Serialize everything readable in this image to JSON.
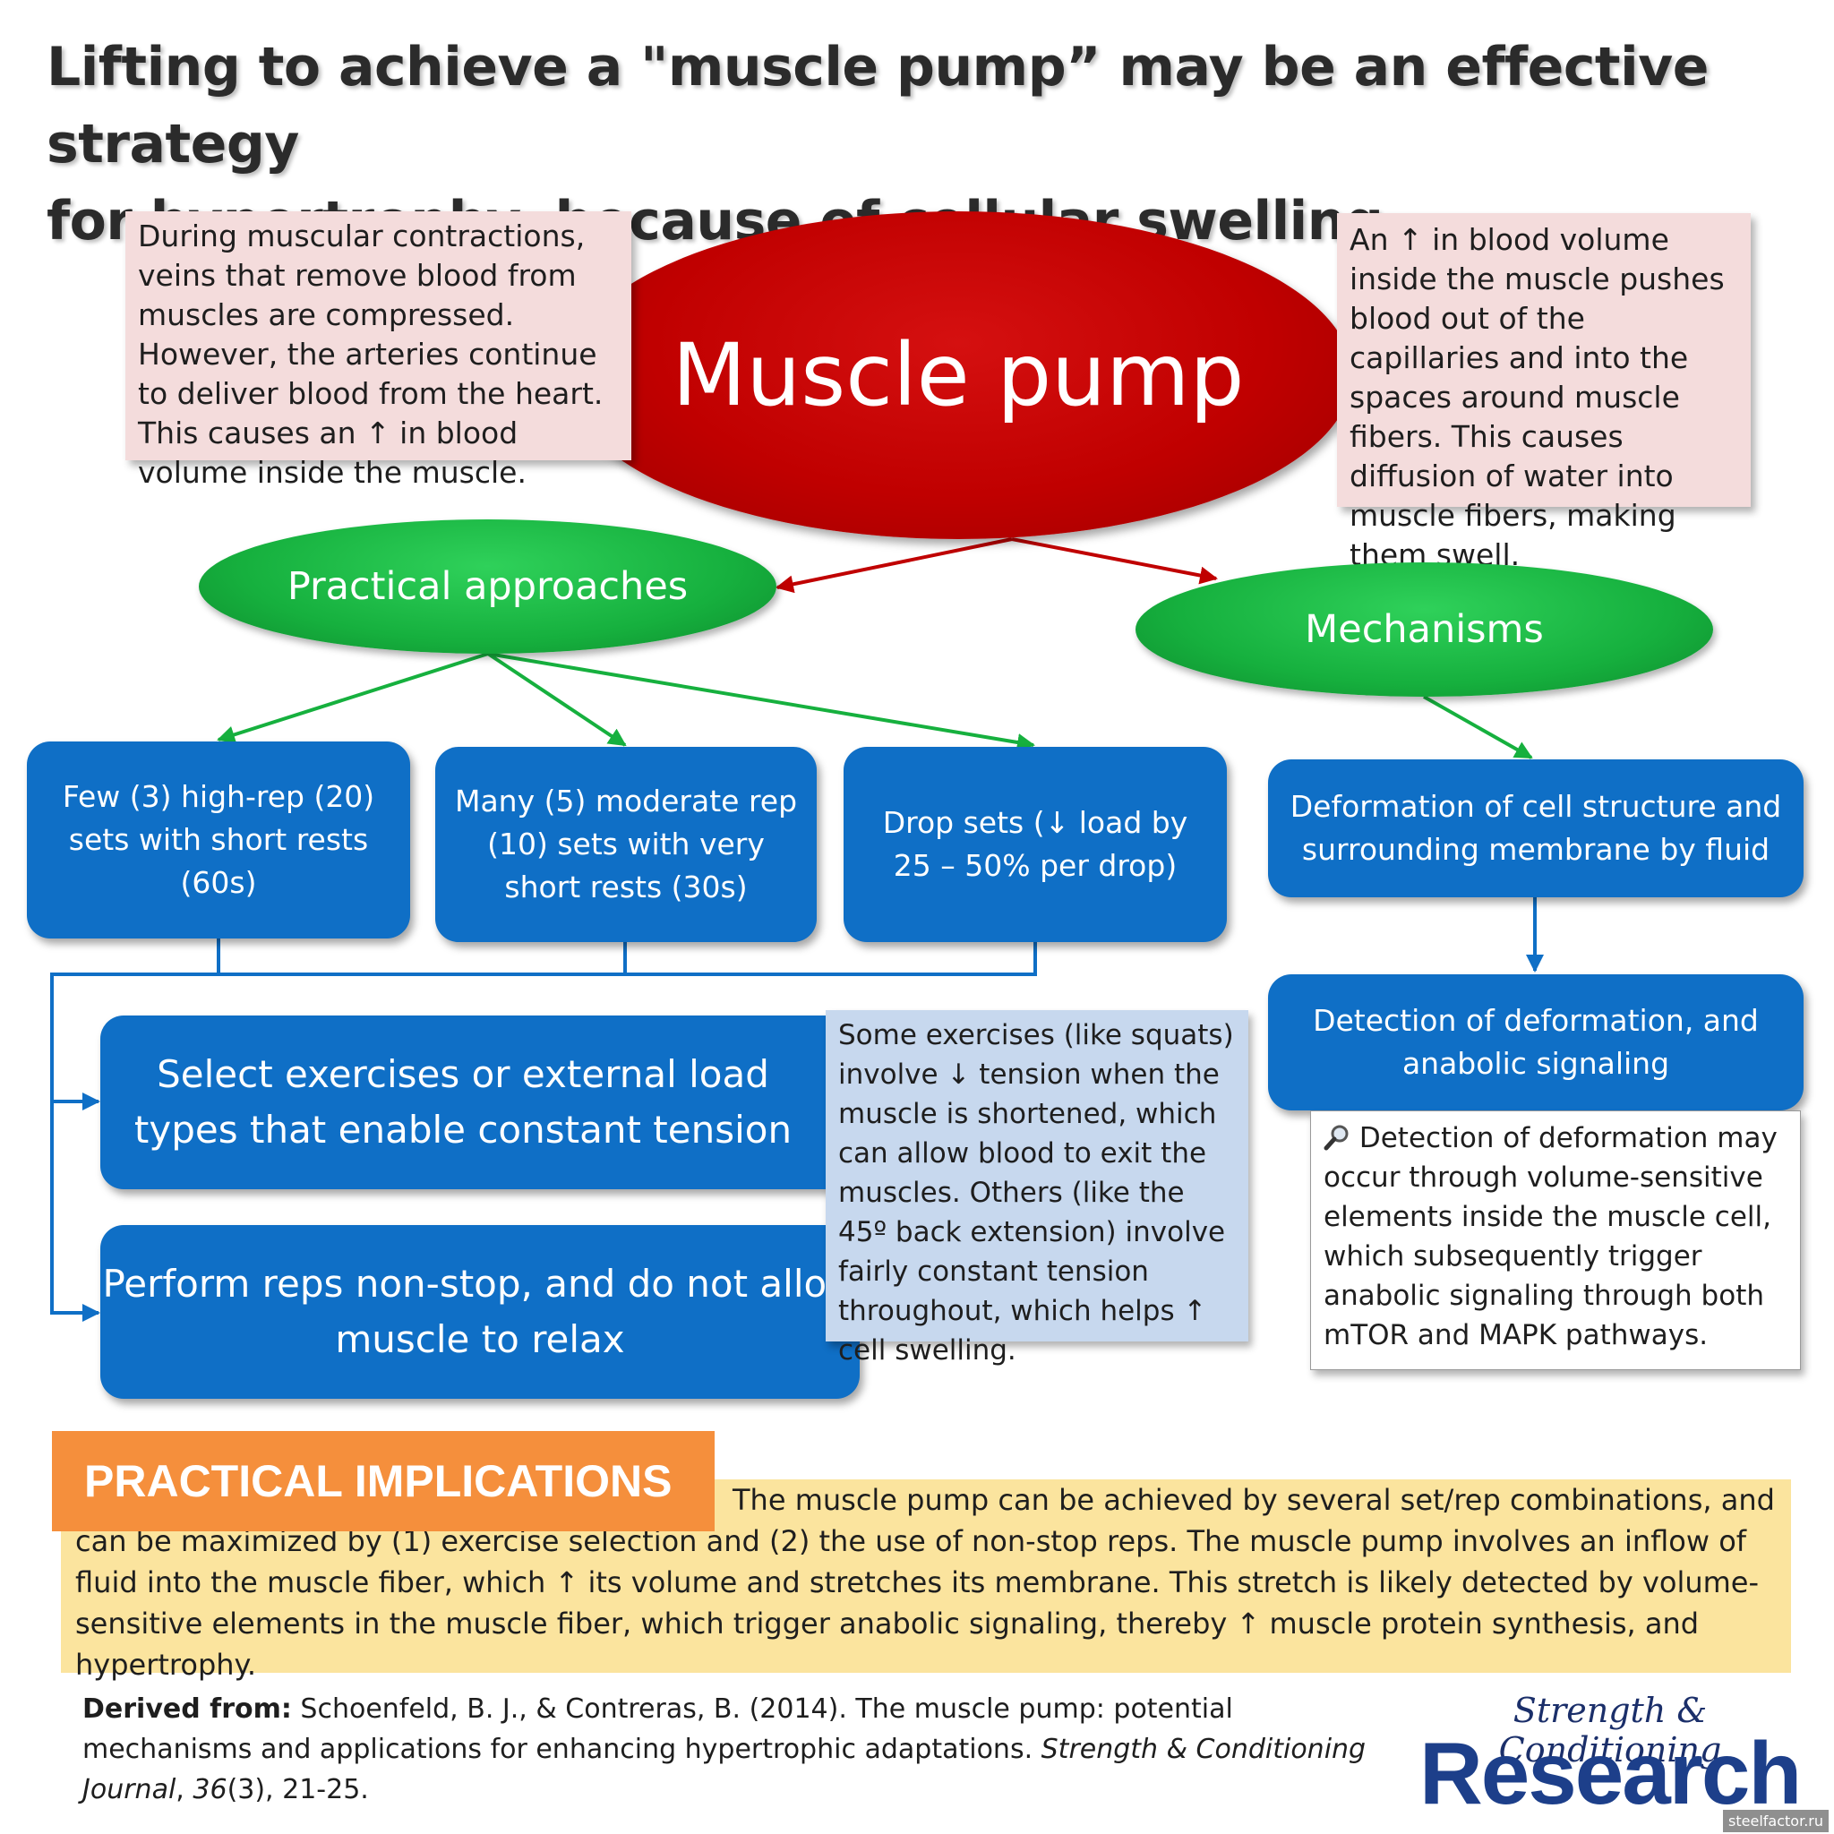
{
  "title": {
    "line1": "Lifting to achieve a \"muscle pump” may be an effective strategy",
    "line2": "for hypertrophy, because of cellular swelling"
  },
  "center": {
    "label": "Muscle pump"
  },
  "notes": {
    "left": "During muscular contractions, veins that remove blood from muscles are compressed. However, the arteries continue to deliver blood from the heart. This causes an ↑ in blood volume inside the muscle.",
    "right": "An ↑ in blood volume inside the muscle pushes blood out of the capillaries and into the spaces around muscle fibers. This causes diffusion of water into muscle fibers, making them swell."
  },
  "branches": {
    "practical": "Practical approaches",
    "mechanisms": "Mechanisms"
  },
  "approaches": [
    "Few (3) high-rep (20) sets with short rests (60s)",
    "Many (5) moderate rep (10) sets with very short rests (30s)",
    "Drop sets (↓ load by 25 – 50% per drop)"
  ],
  "tension": {
    "select": "Select exercises or external load types that enable constant tension",
    "nonstop": "Perform reps non-stop, and do not allow muscle to relax",
    "note": "Some exercises (like squats) involve ↓ tension when the muscle is shortened, which can allow blood to exit the muscles. Others (like the 45º back extension) involve fairly constant tension throughout, which helps ↑ cell swelling."
  },
  "mechanism_steps": {
    "deformation": "Deformation of cell structure and surrounding membrane by fluid",
    "detection": "Detection of deformation, and anabolic signaling",
    "detail_icon": "magnifier-icon",
    "detail": "Detection of deformation may occur through volume-sensitive elements inside the muscle cell, which subsequently trigger anabolic signaling through both mTOR and MAPK pathways."
  },
  "implications": {
    "header": "PRACTICAL IMPLICATIONS",
    "text": "The muscle pump can be achieved by several set/rep combinations, and can be maximized by (1) exercise selection and (2) the use of non-stop reps. The muscle pump involves an inflow of fluid into the muscle fiber, which ↑ its volume and stretches its membrane. This stretch is likely detected by volume-sensitive elements in the muscle fiber, which trigger anabolic signaling, thereby ↑ muscle protein synthesis, and hypertrophy."
  },
  "citation": {
    "label": "Derived from:",
    "text": " Schoenfeld, B. J., & Contreras, B. (2014). The muscle pump: potential mechanisms and applications for enhancing hypertrophic adaptations. ",
    "journal": "Strength & Conditioning Journal",
    "sep": ", ",
    "volume": "36",
    "issue_pages": "(3), 21-25."
  },
  "logo": {
    "script": "Strength & Conditioning",
    "main": "Research"
  },
  "watermark": "steelfactor.ru",
  "colors": {
    "red_ellipse": "#c00000",
    "green_ellipse": "#16b03e",
    "blue_box": "#0f6fc6",
    "pink_note": "#f4dcdc",
    "lightblue_note": "#c7d8ee",
    "implications_bg": "#fbe49e",
    "implications_header": "#f58f3c",
    "logo_blue": "#1d3f8a"
  }
}
